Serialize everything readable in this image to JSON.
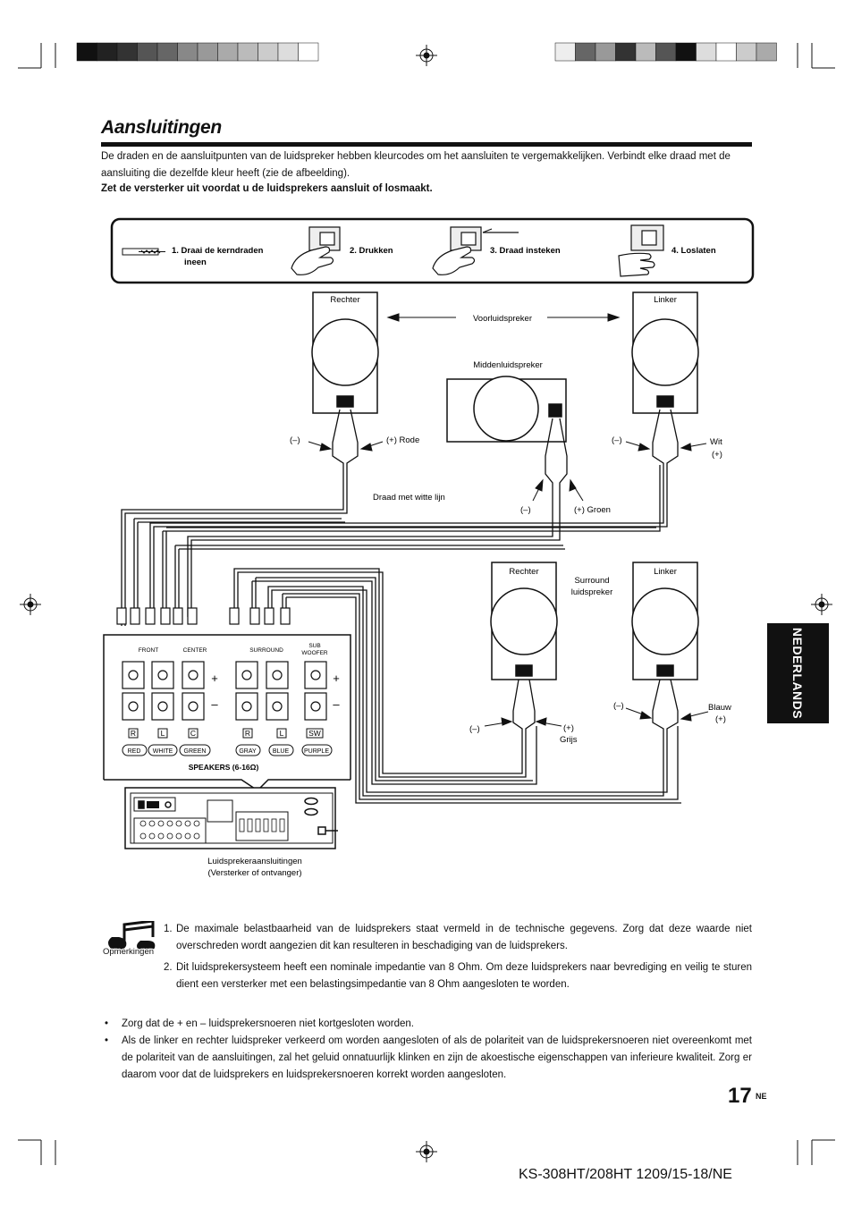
{
  "page": {
    "title": "Aansluitingen",
    "intro": "De draden en de aansluitpunten van de luidspreker hebben kleurcodes om het aansluiten te vergemakkelijken. Verbindt elke draad met de aansluiting die dezelfde kleur heeft (zie de afbeelding).",
    "warning": "Zet de versterker uit voordat u de luidsprekers aansluit of losmaakt.",
    "language_tab": "NEDERLANDS",
    "page_number": "17",
    "page_suffix": "NE",
    "model_line": "KS-308HT/208HT  1209/15-18/NE"
  },
  "steps": [
    {
      "label": "1.  Draai de kerndraden",
      "label2": "ineen"
    },
    {
      "label": "2. Drukken"
    },
    {
      "label": "3.  Draad insteken"
    },
    {
      "label": "4. Loslaten"
    }
  ],
  "diagram": {
    "front_right": "Rechter",
    "front_left": "Linker",
    "front_caption": "Voorluidspreker",
    "center_caption": "Middenluidspreker",
    "front_right_minus": "(–)",
    "front_right_plus": "(+) Rode",
    "front_left_minus": "(–)",
    "front_left_plus_1": "Wit",
    "front_left_plus_2": "(+)",
    "white_line": "Draad met witte lijn",
    "center_minus": "(–)",
    "center_plus": "(+) Groen",
    "surround_right": "Rechter",
    "surround_left": "Linker",
    "surround_caption_1": "Surround",
    "surround_caption_2": "luidspreker",
    "surround_right_minus": "(–)",
    "surround_right_plus_1": "(+)",
    "surround_right_plus_2": "Grijs",
    "surround_left_minus": "(–)",
    "surround_left_plus_1": "Blauw",
    "surround_left_plus_2": "(+)",
    "group_front": "FRONT",
    "group_center": "CENTER",
    "group_surround": "SURROUND",
    "group_sub_1": "SUB",
    "group_sub_2": "WOOFER",
    "ch_r": "R",
    "ch_l": "L",
    "ch_c": "C",
    "ch_r2": "R",
    "ch_l2": "L",
    "ch_sw": "SW",
    "col_red": "RED",
    "col_white": "WHITE",
    "col_green": "GREEN",
    "col_gray": "GRAY",
    "col_blue": "BLUE",
    "col_purple": "PURPLE",
    "speakers_label": "SPEAKERS (6-16Ω)",
    "plus_sign": "+",
    "minus_sign": "–",
    "receiver_caption_1": "Luidsprekeraansluitingen",
    "receiver_caption_2": "(Versterker of ontvanger)"
  },
  "notes": {
    "icon_label": "Opmerkingen",
    "items": [
      {
        "num": "1.",
        "text": "De maximale belastbaarheid van de luidsprekers staat vermeld in de technische gegevens. Zorg dat deze waarde niet overschreden wordt aangezien dit kan resulteren in beschadiging van de luidsprekers."
      },
      {
        "num": "2.",
        "text": "Dit luidsprekersysteem heeft een nominale impedantie van 8 Ohm. Om deze luidsprekers naar bevrediging en veilig te sturen dient een versterker met een belastingsimpedantie van 8 Ohm aangesloten te worden."
      }
    ]
  },
  "bullets": [
    "Zorg dat de + en – luidsprekersnoeren niet kortgesloten worden.",
    "Als de linker en rechter luidspreker verkeerd om worden aangesloten of als de polariteit van de luidsprekersnoeren niet overeenkomt met de polariteit van de aansluitingen, zal het geluid onnatuurlijk klinken en zijn de akoestische eigenschappen van inferieure kwaliteit. Zorg er daarom voor dat de luidsprekers en luidsprekersnoeren korrekt worden aangesloten."
  ]
}
